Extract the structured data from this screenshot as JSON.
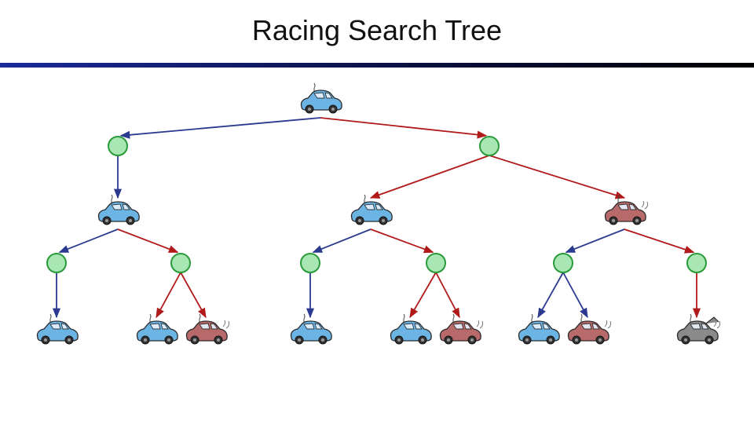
{
  "title": "Racing Search Tree",
  "colors": {
    "blue_car": "#6cb4e4",
    "red_car": "#b86a6a",
    "gray_car": "#8a8a8a",
    "chance_node": "#a8e6b4",
    "chance_node_border": "#2a9a3a",
    "blue_edge": "#2b3a8f",
    "red_edge": "#b01a1a",
    "title_rule": "#1a2a9a"
  },
  "tree": {
    "root_state": "blue-car",
    "chance_nodes": [
      {
        "id": "c1",
        "parent": "root",
        "edge": "blue"
      },
      {
        "id": "c2",
        "parent": "root",
        "edge": "red"
      },
      {
        "id": "c3",
        "parent": "s1",
        "edge": "blue"
      },
      {
        "id": "c4",
        "parent": "s1",
        "edge": "red"
      },
      {
        "id": "c5",
        "parent": "s2",
        "edge": "blue"
      },
      {
        "id": "c6",
        "parent": "s2",
        "edge": "red"
      },
      {
        "id": "c7",
        "parent": "s3",
        "edge": "blue"
      },
      {
        "id": "c8",
        "parent": "s3",
        "edge": "red"
      }
    ],
    "states": [
      {
        "id": "s1",
        "car": "blue",
        "parent": "c1",
        "edge": "blue"
      },
      {
        "id": "s2",
        "car": "blue",
        "parent": "c2",
        "edge": "red"
      },
      {
        "id": "s3",
        "car": "red",
        "parent": "c2",
        "edge": "red"
      },
      {
        "id": "l1",
        "car": "blue",
        "parent": "c3",
        "edge": "blue"
      },
      {
        "id": "l2",
        "car": "blue",
        "parent": "c4",
        "edge": "red"
      },
      {
        "id": "l3",
        "car": "red",
        "parent": "c4",
        "edge": "red"
      },
      {
        "id": "l4",
        "car": "blue",
        "parent": "c5",
        "edge": "blue"
      },
      {
        "id": "l5",
        "car": "blue",
        "parent": "c6",
        "edge": "red"
      },
      {
        "id": "l6",
        "car": "red",
        "parent": "c6",
        "edge": "red"
      },
      {
        "id": "l7",
        "car": "blue",
        "parent": "c7",
        "edge": "blue"
      },
      {
        "id": "l8",
        "car": "red",
        "parent": "c7",
        "edge": "blue"
      },
      {
        "id": "l9",
        "car": "gray",
        "parent": "c8",
        "edge": "red"
      }
    ]
  }
}
